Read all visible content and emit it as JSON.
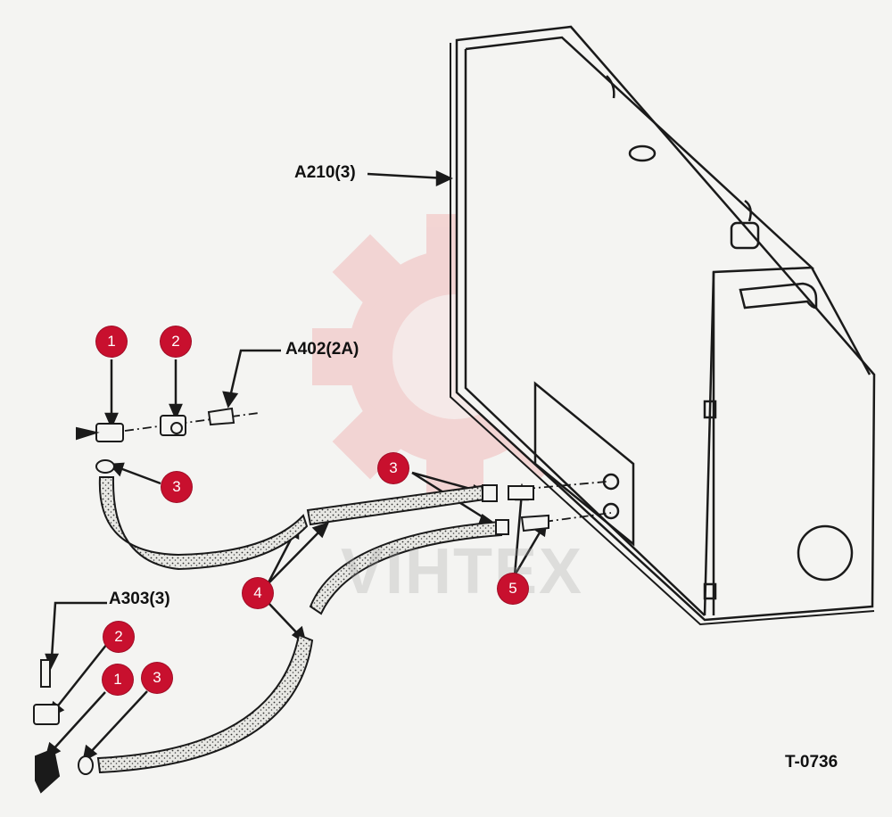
{
  "labels": {
    "tank_ref": "A210(3)",
    "valve_ref": "A402(2A)",
    "lower_valve_ref": "A303(3)",
    "figure_code": "T-0736"
  },
  "callouts": {
    "c1_top": "1",
    "c2_top": "2",
    "c3_top": "3",
    "c3_right": "3",
    "c4": "4",
    "c5": "5",
    "c2_bottom": "2",
    "c1_bottom": "1",
    "c3_bottom": "3"
  },
  "watermark": {
    "text": "VIHTEX"
  },
  "colors": {
    "badge": "#c8102e",
    "line": "#1a1a1a",
    "watermark": "#f3b8b8"
  }
}
